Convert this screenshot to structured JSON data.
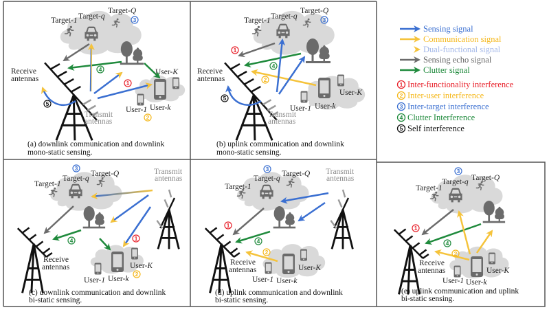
{
  "legend": {
    "signals": [
      {
        "label": "Sensing signal",
        "color": "#3a6fd1",
        "icon": "arrow-blue"
      },
      {
        "label": "Communication signal",
        "color": "#f5c33b",
        "icon": "arrow-yellow"
      },
      {
        "label": "Dual-functional signal",
        "color": "#a4b8e8",
        "icon": "arrow-gradient"
      },
      {
        "label": "Sensing echo signal",
        "color": "#666666",
        "icon": "arrow-gray"
      },
      {
        "label": "Clutter signal",
        "color": "#1f8a3c",
        "icon": "arrow-green"
      }
    ],
    "interference": [
      {
        "num": "1",
        "label": "Inter-functionality interference",
        "color": "#e8202a"
      },
      {
        "num": "2",
        "label": "Inter-user interference",
        "color": "#f5b81c"
      },
      {
        "num": "3",
        "label": "Inter-target interference",
        "color": "#3a6fd1"
      },
      {
        "num": "4",
        "label": "Clutter Interference",
        "color": "#1f8a3c"
      },
      {
        "num": "5",
        "label": "Self interference",
        "color": "#111111"
      }
    ]
  },
  "labels": {
    "target_1": "Target-",
    "target_1_i": "1",
    "target_q": "Target-",
    "target_q_i": "q",
    "target_Q": "Target-",
    "target_Q_i": "Q",
    "user_1": "User-",
    "user_1_i": "1",
    "user_k": "User-",
    "user_k_i": "k",
    "user_K": "User-",
    "user_K_i": "K",
    "receive_1": "Receive",
    "receive_2": "antennas",
    "transmit_1": "Transmit",
    "transmit_2": "antennas"
  },
  "panels": {
    "a": {
      "caption_1": "(a) downlink communication and downlink",
      "caption_2": "mono-static sensing."
    },
    "b": {
      "caption_1": "(b) uplink communication and downlink",
      "caption_2": "mono-static sensing."
    },
    "c": {
      "caption_1": "(c) downlink communication and downlink",
      "caption_2": "bi-static sensing."
    },
    "d": {
      "caption_1": "(d) uplink communication and downlink",
      "caption_2": "bi-static sensing."
    },
    "e": {
      "caption_1": "(e) uplink communication and uplink",
      "caption_2": "bi-static sensing."
    }
  }
}
